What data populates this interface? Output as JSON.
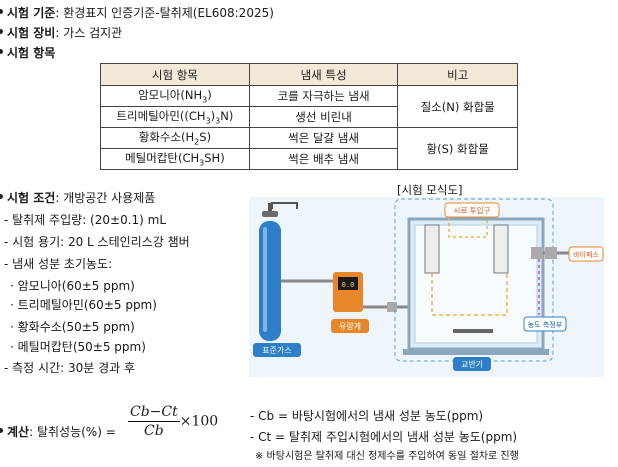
{
  "header": {
    "standard_label": "시험 기준",
    "standard_value": ": 환경표지 인증기준-탈취제(EL608:2025)",
    "equipment_label": "시험 장비",
    "equipment_value": ": 가스 검지관",
    "items_label": "시험 항목"
  },
  "table": {
    "headers": [
      "시험 항목",
      "냄새 특성",
      "비고"
    ],
    "rows": [
      {
        "item": "암모니아(NH",
        "sub": "3",
        "tail": ")",
        "odor": "코를 자극하는 냄새"
      },
      {
        "item": "트리메틸아민((CH",
        "sub": "3",
        "tail": ")",
        "sub2": "3",
        "tail2": "N)",
        "odor": "생선 비린내"
      },
      {
        "item": "황화수소(H",
        "sub": "2",
        "tail": "S)",
        "odor": "썩은 달걀 냄새"
      },
      {
        "item": "메틸머캅탄(CH",
        "sub": "3",
        "tail": "SH)",
        "odor": "썩은 배추 냄새"
      }
    ],
    "note_nitrogen": "질소(N) 화합물",
    "note_sulfur": "황(S) 화합물"
  },
  "conditions": {
    "label": "시험 조건",
    "value": ": 개방공간 사용제품",
    "dose": "- 탈취제 주입량: (20±0.1) mL",
    "vessel": "- 시험 용기: 20 L 스테인리스강 챔버",
    "initial": "- 냄새 성분 초기농도:",
    "ammonia": "· 암모니아(60±5 ppm)",
    "tma": "· 트리메틸아민(60±5 ppm)",
    "h2s": "· 황화수소(50±5 ppm)",
    "mm": "· 메틸머캅탄(50±5 ppm)",
    "time": "- 측정 시간: 30분 경과 후"
  },
  "diagram": {
    "title": "[시험 모식도]",
    "sample_inlet": "시료 투입구",
    "flowmeter": "유량계",
    "standard_gas": "표준가스",
    "stirrer": "교반기",
    "bypass": "바이패스",
    "measure": "농도 측정부",
    "gauge_value": "0.0"
  },
  "formula": {
    "label": "계산",
    "lhs": ": 탈취성능(%) =",
    "num": "Cb−Ct",
    "den": "Cb",
    "times": "×100",
    "cb_def": "- Cb = 바탕시험에서의 냄새 성분 농도(ppm)",
    "ct_def": "- Ct = 탈취제 주입시험에서의 냄새 성분 농도(ppm)",
    "note": "※ 바탕시험은 탈취제 대신 정제수를 주입하여 동일 절차로 진행"
  },
  "colors": {
    "header_bg": "#f2e9d8",
    "cylinder": "#2f7fc8",
    "flowmeter": "#e8872a",
    "chamber_border": "#5aa0d8"
  }
}
